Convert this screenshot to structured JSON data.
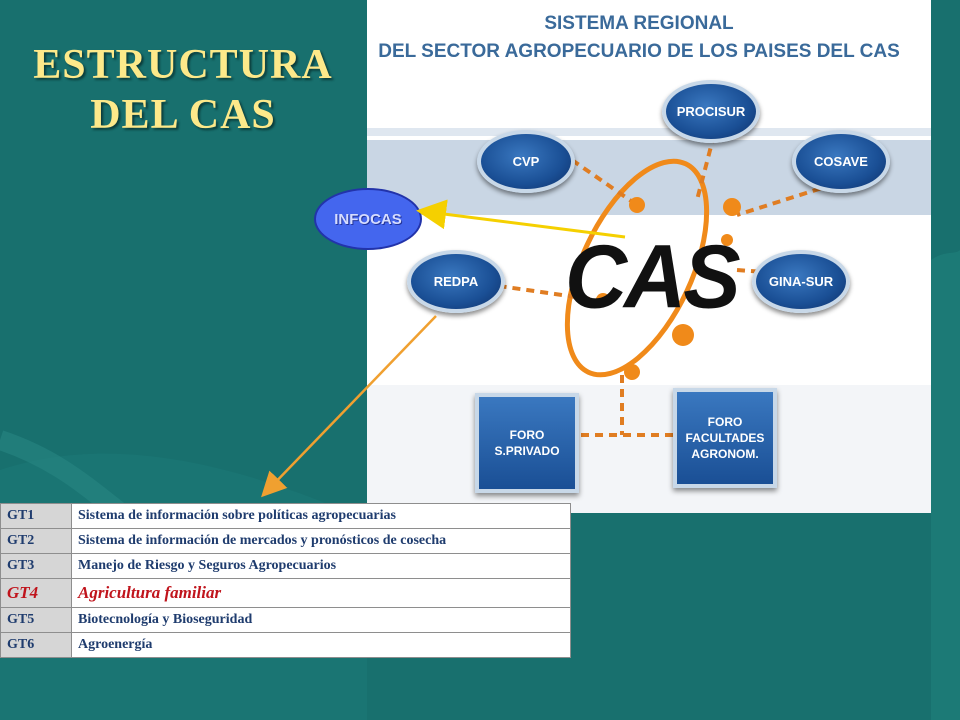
{
  "slide": {
    "title_line1": "ESTRUCTURA",
    "title_line2": "DEL CAS"
  },
  "diagram": {
    "title_line1": "SISTEMA REGIONAL",
    "title_line2": "DEL SECTOR AGROPECUARIO DE LOS PAISES DEL CAS",
    "center_label": "CAS",
    "nodes": {
      "procisur": "PROCISUR",
      "cvp": "CVP",
      "cosave": "COSAVE",
      "redpa": "REDPA",
      "gina_sur": "GINA-SUR",
      "foro_privado": "FORO S.PRIVADO",
      "foro_facultades": "FORO FACULTADES AGRONOM."
    },
    "infocas": "INFOCAS"
  },
  "colors": {
    "background": "#18706e",
    "title": "#fde98a",
    "node_blue": "#1a4f95",
    "connector_orange": "#f08a1a",
    "highlight_red": "#c0141c"
  },
  "table": {
    "rows": [
      {
        "code": "GT1",
        "desc": "Sistema de información sobre políticas agropecuarias",
        "highlight": false
      },
      {
        "code": "GT2",
        "desc": "Sistema de información de mercados y pronósticos de cosecha",
        "highlight": false
      },
      {
        "code": "GT3",
        "desc": "Manejo de Riesgo y Seguros Agropecuarios",
        "highlight": false
      },
      {
        "code": "GT4",
        "desc": "Agricultura familiar",
        "highlight": true
      },
      {
        "code": "GT5",
        "desc": "Biotecnología y Bioseguridad",
        "highlight": false
      },
      {
        "code": "GT6",
        "desc": "Agroenergía",
        "highlight": false
      }
    ]
  }
}
